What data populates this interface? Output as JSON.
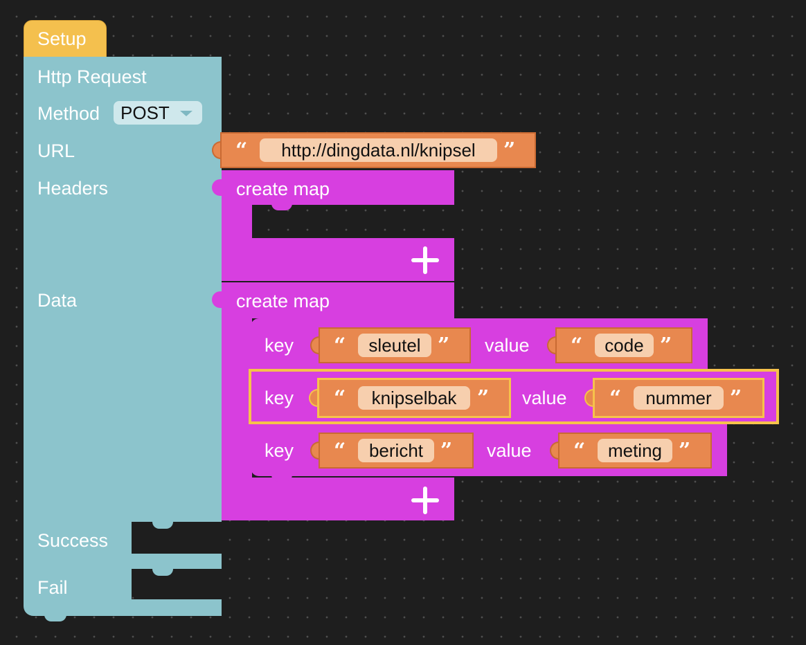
{
  "setup": {
    "hat_label": "Setup",
    "title": "Http Request",
    "method_label": "Method",
    "method_value": "POST",
    "url_label": "URL",
    "url_value": "http://dingdata.nl/knipsel",
    "headers_label": "Headers",
    "data_label": "Data",
    "success_label": "Success",
    "fail_label": "Fail"
  },
  "headers_map": {
    "label": "create map"
  },
  "data_map": {
    "label": "create map",
    "entries": [
      {
        "key_label": "key",
        "key": "sleutel",
        "value_label": "value",
        "value": "code"
      },
      {
        "key_label": "key",
        "key": "knipselbak",
        "value_label": "value",
        "value": "nummer"
      },
      {
        "key_label": "key",
        "key": "bericht",
        "value_label": "value",
        "value": "meting"
      }
    ]
  },
  "colors": {
    "setup_hat": "#f4c04e",
    "http_block": "#8cc4cc",
    "map_block": "#d73fe0",
    "string_block": "#e8884f",
    "selection": "#f6c24b",
    "workspace": "#1e1e1e"
  },
  "icons": {
    "dropdown": "chevron-down-icon",
    "add": "plus-icon",
    "open_quote": "open-quote-icon",
    "close_quote": "close-quote-icon"
  }
}
